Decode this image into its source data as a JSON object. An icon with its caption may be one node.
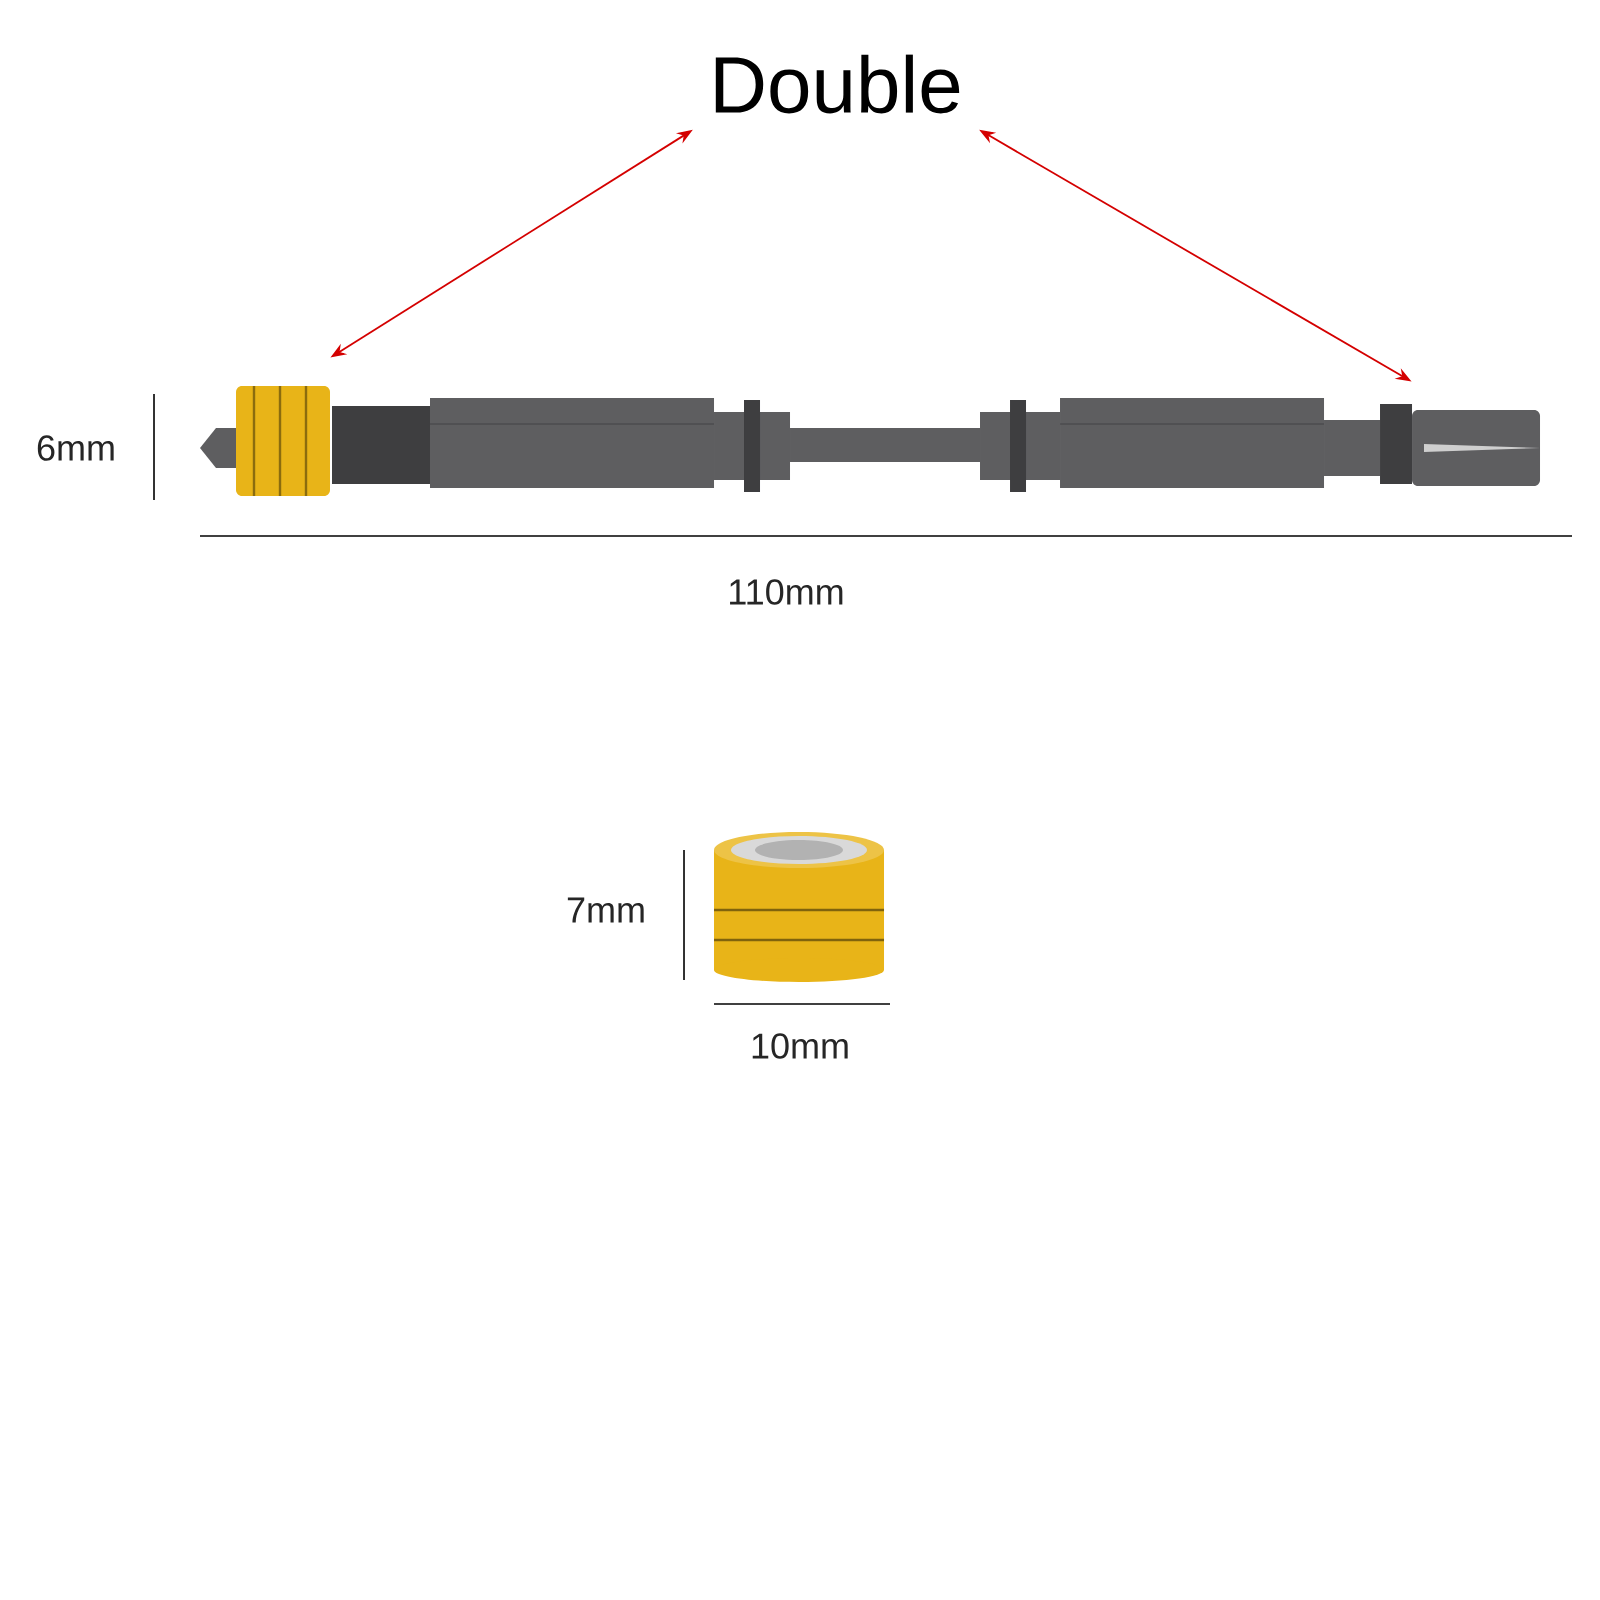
{
  "diagram": {
    "nodes": [
      {
        "text": [
          "Double"
        ]
      },
      {
        "text": [],
        "shape": "picture"
      },
      {
        "text": [],
        "shape": "picture"
      }
    ],
    "edges": [
      {
        "from": 0,
        "to": 1,
        "arrow": "both",
        "color": "#d40000"
      },
      {
        "from": 0,
        "to": 2,
        "arrow": "both",
        "color": "#d40000"
      }
    ],
    "labels": [
      "6mm",
      "110mm",
      "7mm",
      "10mm"
    ]
  }
}
